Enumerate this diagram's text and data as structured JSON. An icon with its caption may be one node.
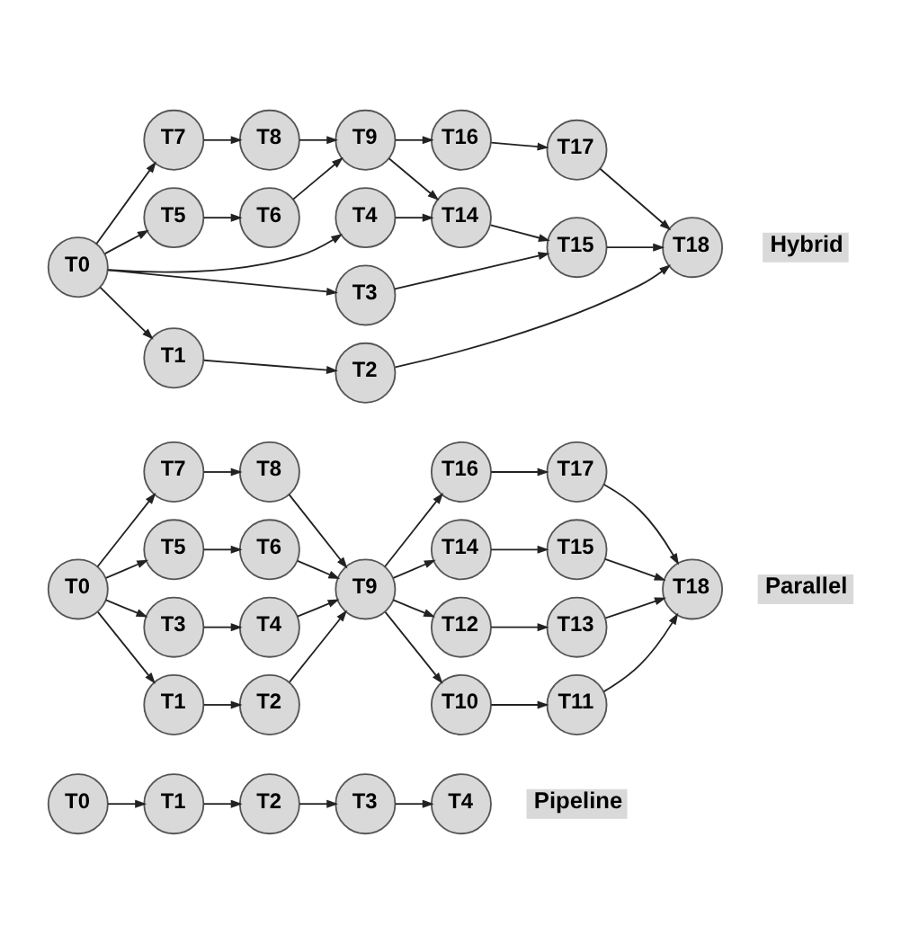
{
  "diagram": {
    "nodes": [
      {
        "text": [
          "T0"
        ]
      },
      {
        "text": [
          "T1"
        ]
      },
      {
        "text": [
          "T2"
        ]
      },
      {
        "text": [
          "T3"
        ]
      },
      {
        "text": [
          "T4"
        ]
      },
      {
        "text": [
          "T0"
        ]
      },
      {
        "text": [
          "T1"
        ]
      },
      {
        "text": [
          "T2"
        ]
      },
      {
        "text": [
          "T3"
        ]
      },
      {
        "text": [
          "T4"
        ]
      },
      {
        "text": [
          "T5"
        ]
      },
      {
        "text": [
          "T6"
        ]
      },
      {
        "text": [
          "T7"
        ]
      },
      {
        "text": [
          "T8"
        ]
      },
      {
        "text": [
          "T9"
        ]
      },
      {
        "text": [
          "T10"
        ]
      },
      {
        "text": [
          "T11"
        ]
      },
      {
        "text": [
          "T12"
        ]
      },
      {
        "text": [
          "T13"
        ]
      },
      {
        "text": [
          "T14"
        ]
      },
      {
        "text": [
          "T15"
        ]
      },
      {
        "text": [
          "T16"
        ]
      },
      {
        "text": [
          "T17"
        ]
      },
      {
        "text": [
          "T18"
        ]
      },
      {
        "text": [
          "T0"
        ]
      },
      {
        "text": [
          "T1"
        ]
      },
      {
        "text": [
          "T2"
        ]
      },
      {
        "text": [
          "T3"
        ]
      },
      {
        "text": [
          "T4"
        ]
      },
      {
        "text": [
          "T5"
        ]
      },
      {
        "text": [
          "T6"
        ]
      },
      {
        "text": [
          "T7"
        ]
      },
      {
        "text": [
          "T8"
        ]
      },
      {
        "text": [
          "T9"
        ]
      },
      {
        "text": [
          "T14"
        ]
      },
      {
        "text": [
          "T15"
        ]
      },
      {
        "text": [
          "T16"
        ]
      },
      {
        "text": [
          "T17"
        ]
      },
      {
        "text": [
          "T18"
        ]
      }
    ],
    "edges": [
      {
        "from": 0,
        "to": 1,
        "arrow": "to"
      },
      {
        "from": 1,
        "to": 2,
        "arrow": "to"
      },
      {
        "from": 2,
        "to": 3,
        "arrow": "to"
      },
      {
        "from": 3,
        "to": 4,
        "arrow": "to"
      },
      {
        "from": 5,
        "to": 6,
        "arrow": "to"
      },
      {
        "from": 5,
        "to": 8,
        "arrow": "to"
      },
      {
        "from": 5,
        "to": 10,
        "arrow": "to"
      },
      {
        "from": 5,
        "to": 12,
        "arrow": "to"
      },
      {
        "from": 6,
        "to": 7,
        "arrow": "to"
      },
      {
        "from": 8,
        "to": 9,
        "arrow": "to"
      },
      {
        "from": 10,
        "to": 11,
        "arrow": "to"
      },
      {
        "from": 12,
        "to": 13,
        "arrow": "to"
      },
      {
        "from": 7,
        "to": 14,
        "arrow": "to"
      },
      {
        "from": 9,
        "to": 14,
        "arrow": "to"
      },
      {
        "from": 11,
        "to": 14,
        "arrow": "to"
      },
      {
        "from": 13,
        "to": 14,
        "arrow": "to"
      },
      {
        "from": 14,
        "to": 15,
        "arrow": "to"
      },
      {
        "from": 14,
        "to": 17,
        "arrow": "to"
      },
      {
        "from": 14,
        "to": 19,
        "arrow": "to"
      },
      {
        "from": 14,
        "to": 21,
        "arrow": "to"
      },
      {
        "from": 15,
        "to": 16,
        "arrow": "to"
      },
      {
        "from": 17,
        "to": 18,
        "arrow": "to"
      },
      {
        "from": 19,
        "to": 20,
        "arrow": "to"
      },
      {
        "from": 21,
        "to": 22,
        "arrow": "to"
      },
      {
        "from": 16,
        "to": 23,
        "arrow": "to"
      },
      {
        "from": 18,
        "to": 23,
        "arrow": "to"
      },
      {
        "from": 20,
        "to": 23,
        "arrow": "to"
      },
      {
        "from": 22,
        "to": 23,
        "arrow": "to"
      },
      {
        "from": 24,
        "to": 25,
        "arrow": "to"
      },
      {
        "from": 24,
        "to": 27,
        "arrow": "to"
      },
      {
        "from": 24,
        "to": 28,
        "arrow": "to"
      },
      {
        "from": 24,
        "to": 29,
        "arrow": "to"
      },
      {
        "from": 24,
        "to": 31,
        "arrow": "to"
      },
      {
        "from": 25,
        "to": 26,
        "arrow": "to"
      },
      {
        "from": 26,
        "to": 38,
        "arrow": "to"
      },
      {
        "from": 27,
        "to": 35,
        "arrow": "to"
      },
      {
        "from": 28,
        "to": 34,
        "arrow": "to"
      },
      {
        "from": 29,
        "to": 30,
        "arrow": "to"
      },
      {
        "from": 30,
        "to": 33,
        "arrow": "to"
      },
      {
        "from": 31,
        "to": 32,
        "arrow": "to"
      },
      {
        "from": 32,
        "to": 33,
        "arrow": "to"
      },
      {
        "from": 33,
        "to": 34,
        "arrow": "to"
      },
      {
        "from": 33,
        "to": 36,
        "arrow": "to"
      },
      {
        "from": 34,
        "to": 35,
        "arrow": "to"
      },
      {
        "from": 35,
        "to": 38,
        "arrow": "to"
      },
      {
        "from": 36,
        "to": 37,
        "arrow": "to"
      },
      {
        "from": 37,
        "to": 38,
        "arrow": "to"
      }
    ],
    "labels": [
      "Pipeline",
      "Parallel",
      "Hybrid"
    ]
  }
}
